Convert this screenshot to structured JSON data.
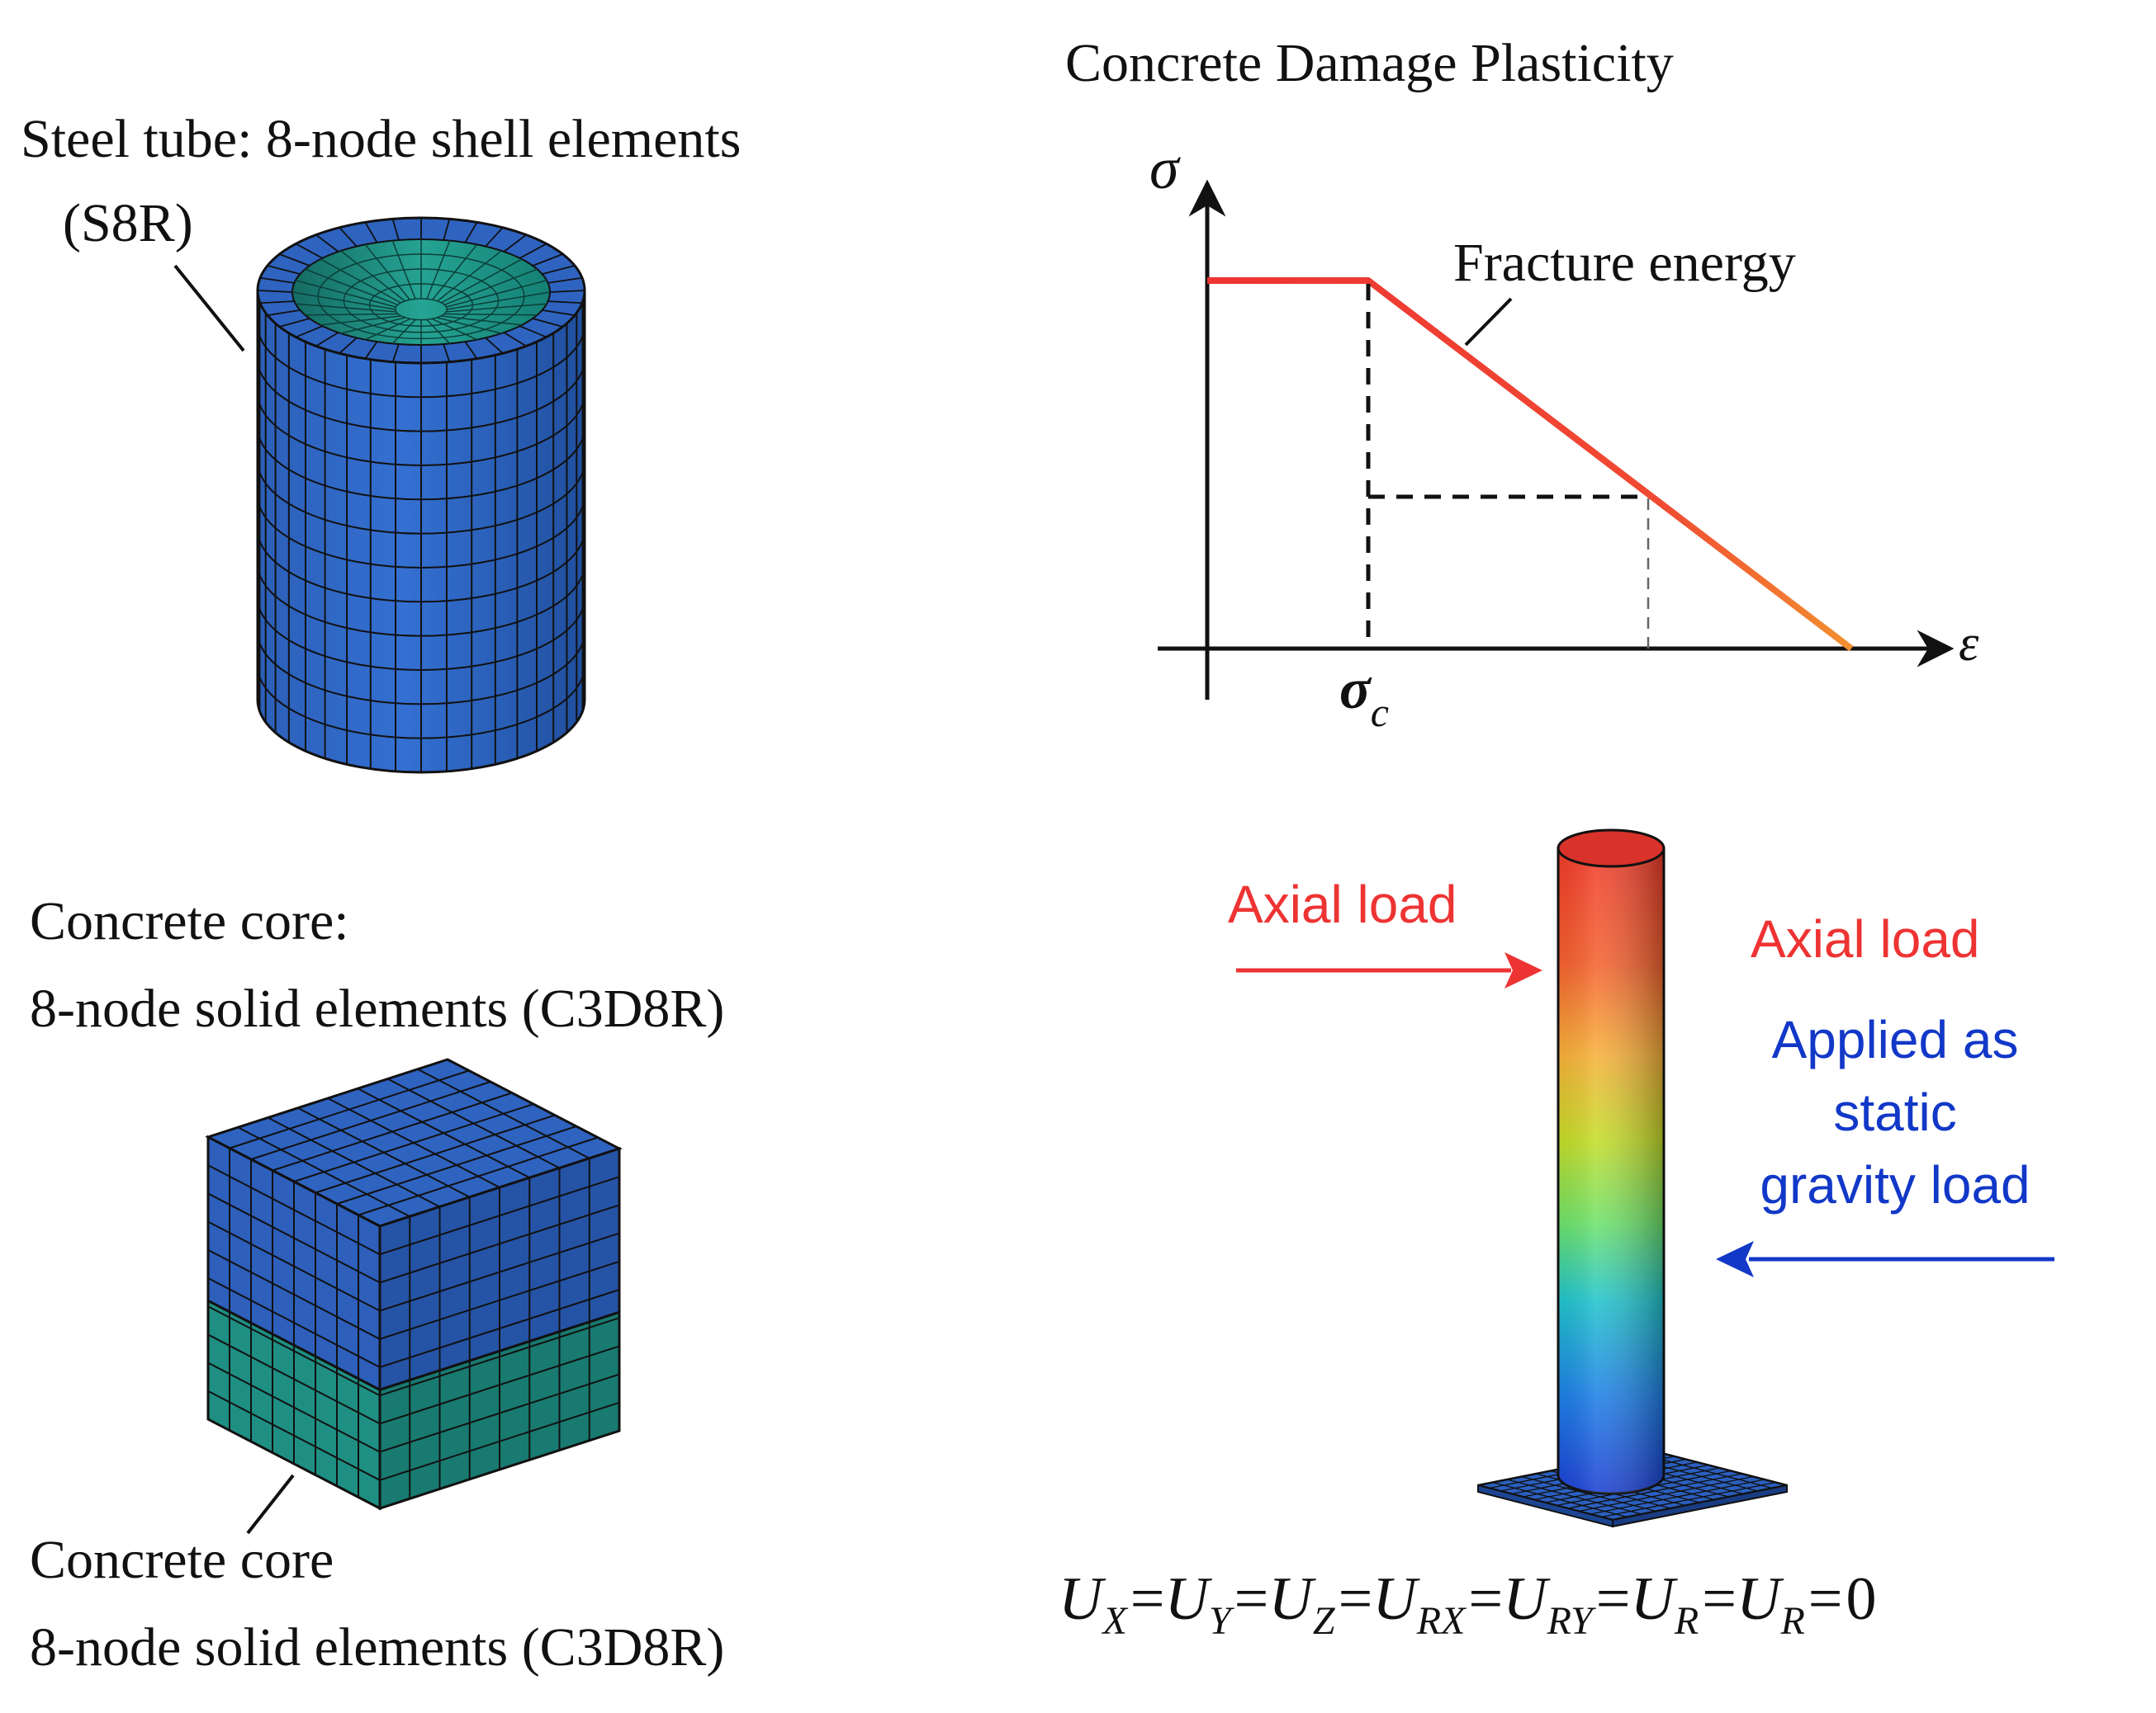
{
  "steel_tube": {
    "label_line1": "Steel tube: 8-node shell elements",
    "label_line2": "(S8R)"
  },
  "concrete_core_top": {
    "label_line1": "Concrete core:",
    "label_line2": "8-node solid elements (C3D8R)"
  },
  "concrete_core_bottom": {
    "label_line1": "Concrete core",
    "label_line2": "8-node solid elements (C3D8R)"
  },
  "cdp_chart": {
    "title": "Concrete Damage Plasticity",
    "y_symbol": "σ",
    "x_symbol": "ε",
    "tick_main": "σ",
    "tick_sub": "c",
    "annotation": "Fracture energy"
  },
  "column": {
    "axial_load_left": "Axial load",
    "axial_load_right": "Axial load",
    "applied_line1": "Applied as",
    "applied_line2": "static",
    "applied_line3": "gravity load"
  },
  "boundary": {
    "parts": [
      {
        "main": "U",
        "sub": "X"
      },
      {
        "main": "U",
        "sub": "Y"
      },
      {
        "main": "U",
        "sub": "Z"
      },
      {
        "main": "U",
        "sub": "RX"
      },
      {
        "main": "U",
        "sub": "RY"
      },
      {
        "main": "U",
        "sub": "R"
      },
      {
        "main": "U",
        "sub": "R"
      }
    ],
    "equals": "=",
    "zero": "0"
  },
  "colors": {
    "mesh_blue": "#2f63c0",
    "mesh_teal": "#1f9488",
    "curve_red": "#ee3333",
    "curve_orange": "#f39030",
    "label_red": "#ee3333",
    "label_blue": "#1238c8"
  }
}
